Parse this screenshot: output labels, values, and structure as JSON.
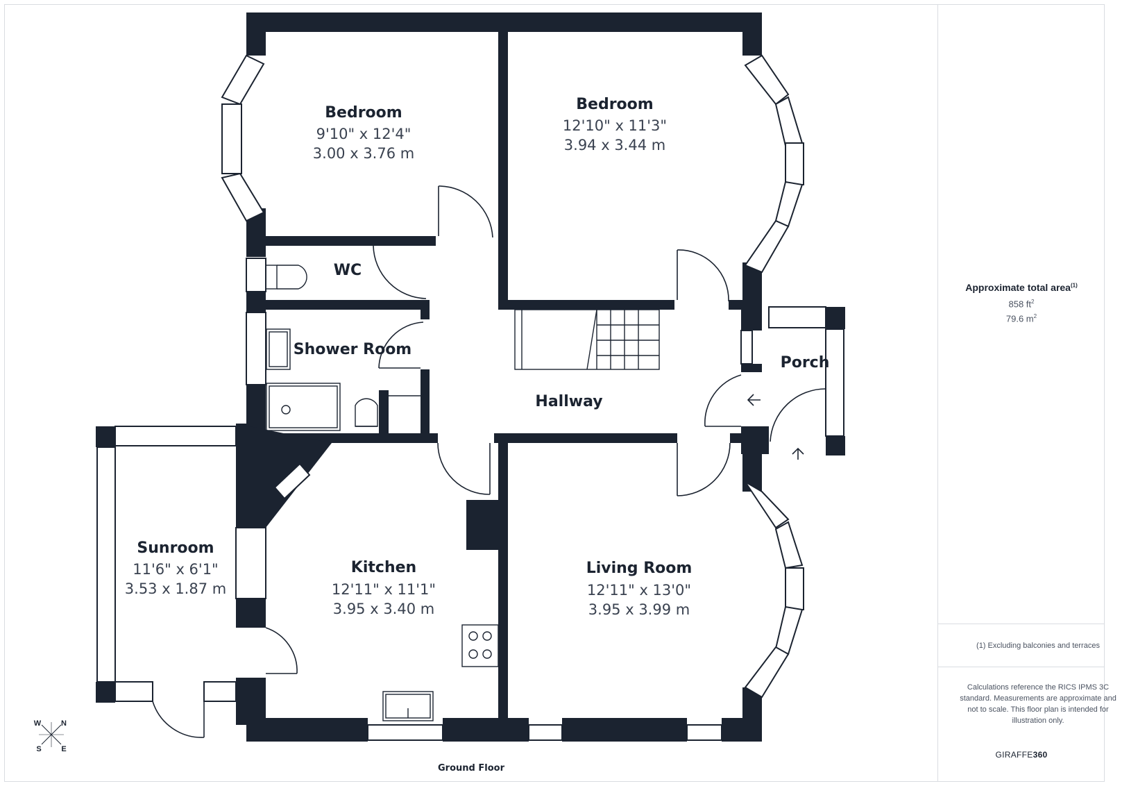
{
  "plan": {
    "floor_label": "Ground Floor",
    "rooms": [
      {
        "id": "bedroom-1",
        "name": "Bedroom",
        "imperial": "9'10\" x 12'4\"",
        "metric": "3.00 x 3.76 m"
      },
      {
        "id": "bedroom-2",
        "name": "Bedroom",
        "imperial": "12'10\" x 11'3\"",
        "metric": "3.94 x 3.44 m"
      },
      {
        "id": "wc",
        "name": "WC"
      },
      {
        "id": "shower-room",
        "name": "Shower Room"
      },
      {
        "id": "porch",
        "name": "Porch"
      },
      {
        "id": "hallway",
        "name": "Hallway"
      },
      {
        "id": "sunroom",
        "name": "Sunroom",
        "imperial": "11'6\" x 6'1\"",
        "metric": "3.53 x 1.87 m"
      },
      {
        "id": "kitchen",
        "name": "Kitchen",
        "imperial": "12'11\" x 11'1\"",
        "metric": "3.95 x 3.40 m"
      },
      {
        "id": "living-room",
        "name": "Living Room",
        "imperial": "12'11\" x 13'0\"",
        "metric": "3.95 x 3.99 m"
      }
    ],
    "compass": {
      "w": "W",
      "n": "N",
      "s": "S",
      "e": "E"
    },
    "wall_color": "#1b2330"
  },
  "summary": {
    "title": "Approximate total area",
    "title_note": "(1)",
    "area_ft": "858 ft",
    "area_ft_sup": "2",
    "area_m": "79.6 m",
    "area_m_sup": "2",
    "footnote": "(1) Excluding balconies and terraces",
    "disclaimer": "Calculations reference the RICS IPMS 3C standard. Measurements are approximate and not to scale. This floor plan is intended for illustration only.",
    "brand_light": "GIRAFFE",
    "brand_bold": "360"
  }
}
